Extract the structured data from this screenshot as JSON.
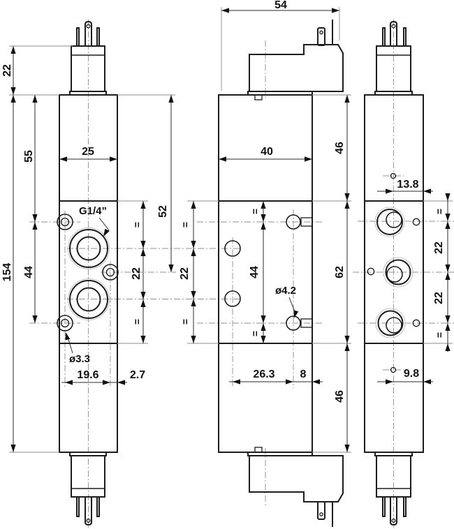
{
  "drawing_type": "technical-dimension-drawing",
  "subject": "solenoid pneumatic valve - three orthographic views",
  "colors": {
    "line": "#1c1c1c",
    "dimension": "#2a2a2a",
    "centerline": "#909090",
    "background": "#ffffff"
  },
  "views": {
    "front": {
      "name": "front view",
      "labels": {
        "solenoid_height": "22",
        "top_offset": "55",
        "total_height": "154",
        "hole_spacing": "44",
        "body_width": "25",
        "port_thread": "G1/4”",
        "equal_top": "=",
        "port_spacing": "22",
        "equal_bottom": "=",
        "port_face_offset": "52",
        "hole_diameter": "ø3.3",
        "hole_span": "19.6",
        "edge_offset": "2.7"
      }
    },
    "side": {
      "name": "side view",
      "labels": {
        "overall_width": "54",
        "body_depth": "40",
        "top_section": "46",
        "equal_left_top": "=",
        "left_hole_spacing": "22",
        "equal_left_bottom": "=",
        "equal_center_top": "=",
        "mount_hole_spacing": "44",
        "equal_center_bottom": "=",
        "mount_hole_diameter": "ø4.2",
        "mid_section": "62",
        "hole_offset": "26.3",
        "edge_offset": "8",
        "bottom_section": "46"
      }
    },
    "back": {
      "name": "back view",
      "labels": {
        "top_hole_offset": "13.8",
        "equal_top": "=",
        "port_spacing_upper": "22",
        "port_spacing_lower": "22",
        "equal_bottom": "=",
        "bottom_hole_offset": "9.8"
      }
    }
  }
}
